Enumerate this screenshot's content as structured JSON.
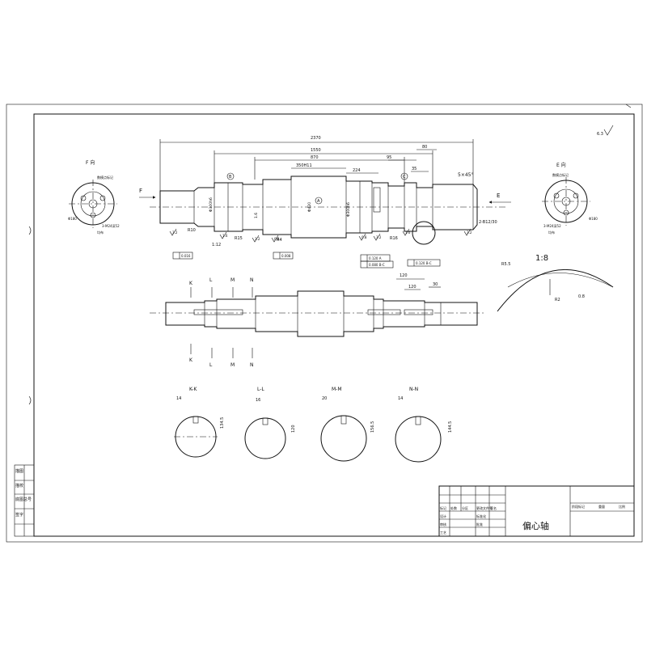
{
  "drawing": {
    "title": "偏心轴",
    "roughness_symbol": "6.3",
    "scale_detail": "1:8"
  },
  "views": {
    "f_view_label": "F 向",
    "e_view_label": "E 向",
    "f_arrow": "F",
    "e_arrow": "E",
    "f_note_top": "数模点标记",
    "f_note_dia": "Φ180",
    "f_note_holes": "3-M24深52",
    "f_note_even": "均布",
    "e_note_top": "数模点标记",
    "e_note_dia": "Φ180",
    "e_note_holes": "3-M24深52",
    "e_note_even": "均布"
  },
  "dimensions": {
    "total_length": "2370",
    "length_1550": "1550",
    "length_870": "870",
    "length_95": "95",
    "length_80": "80",
    "length_224": "224",
    "length_35": "35",
    "chamfer": "5×45°",
    "center_holes": "2-B12/30",
    "d_main": "Φ420",
    "d_bearing_left": "Φ300h6",
    "d_bearing_right": "Φ300h6",
    "d_ecc": "350H11",
    "r10": "R10",
    "r15": "R15",
    "r4": "R4",
    "r16": "R16",
    "taper": "1:12",
    "rough_32": "3.2",
    "rough_16": "1.6",
    "rough_08": "0.8",
    "label_a": "A",
    "label_b": "B",
    "label_c": "C",
    "tol_1": "0.016",
    "tol_2": "0.008",
    "tol_3": "0.120 A",
    "tol_4": "0.080 B-C",
    "tol_5": "0.120 B-C",
    "key_120": "120",
    "key_120b": "120",
    "key_30": "30",
    "detail_r": "R5.5",
    "detail_r2": "R2",
    "detail_rough": "0.8"
  },
  "sections": [
    {
      "label": "K-K",
      "key_width": "14",
      "depth": "134.5"
    },
    {
      "label": "L-L",
      "key_width": "16",
      "depth": "120"
    },
    {
      "label": "M-M",
      "key_width": "20",
      "depth": "156.5"
    },
    {
      "label": "N-N",
      "key_width": "14",
      "depth": "144.5"
    }
  ],
  "section_markers": [
    "K",
    "L",
    "M",
    "N"
  ],
  "title_block": {
    "left_rows": [
      "描图",
      "描校",
      "底图总号",
      "签字"
    ],
    "top_headers": [
      "标记",
      "处数",
      "分区",
      "更改文件号",
      "签名",
      "年月日"
    ],
    "row_labels": [
      "设计",
      "审核",
      "工艺"
    ],
    "misc": [
      "标准化",
      "批准",
      "阶段标记",
      "重量",
      "比例"
    ]
  }
}
